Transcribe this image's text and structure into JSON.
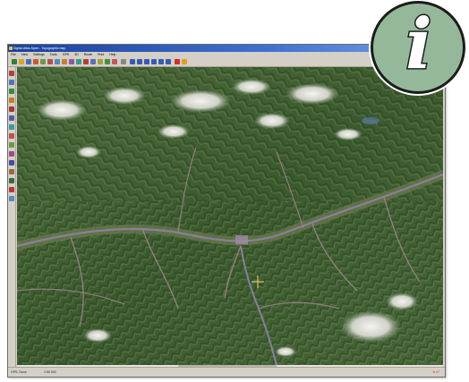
{
  "window": {
    "title": "Digital-Atlas Alpen - Topographic map",
    "menu": [
      "File",
      "View",
      "Settings",
      "Tools",
      "GPS",
      "3D",
      "Route",
      "Print",
      "Help"
    ]
  },
  "status": {
    "left": "GPS: None",
    "middle": "1:50 000",
    "right": "N 47"
  },
  "badge": {
    "glyph": "i"
  },
  "colors": {
    "badge_fill": "#95b89b",
    "badge_border": "#1c1c1c",
    "titlebar": "#1b3f9c",
    "chrome": "#d4d0c8"
  },
  "icons": {
    "badge": "info-icon"
  }
}
